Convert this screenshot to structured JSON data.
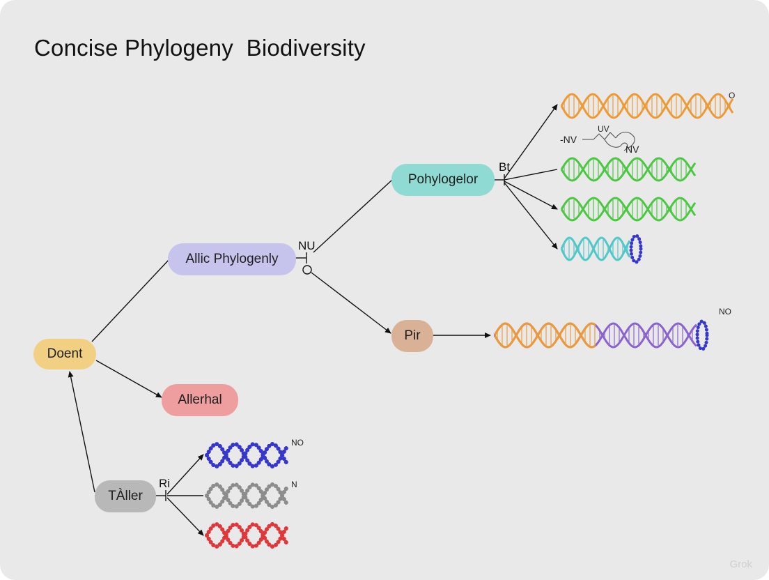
{
  "title": "Concise Phylogeny  Biodiversity",
  "nodes": {
    "doent": "Doent",
    "allic": "Allic Phylogenly",
    "pohylogelor": "Pohylogelor",
    "pir": "Pir",
    "allerhal": "Allerhal",
    "taller": "TÀller"
  },
  "junction_labels": {
    "nu": "NU",
    "bt": "Bt",
    "ri": "Ri"
  },
  "annotations": {
    "nv_left": "-NV",
    "uv": "UV",
    "nv_right": "NV",
    "no_top": "O",
    "no_pir": "NO",
    "no_blue": "NO",
    "n_gray": "N"
  },
  "watermark": "Grok",
  "colors": {
    "doent": "#f2d083",
    "allic": "#c6c3ec",
    "pohylogelor": "#8fdad2",
    "pir": "#d9b196",
    "allerhal": "#ee9e9e",
    "taller": "#b8b8b8",
    "helix_orange": "#ee9a34",
    "helix_green": "#4cc743",
    "helix_teal": "#4ec8c8",
    "helix_purple": "#8a63cf",
    "helix_blue": "#3636cc",
    "helix_gray": "#8c8c8c",
    "helix_red": "#e0383a"
  }
}
